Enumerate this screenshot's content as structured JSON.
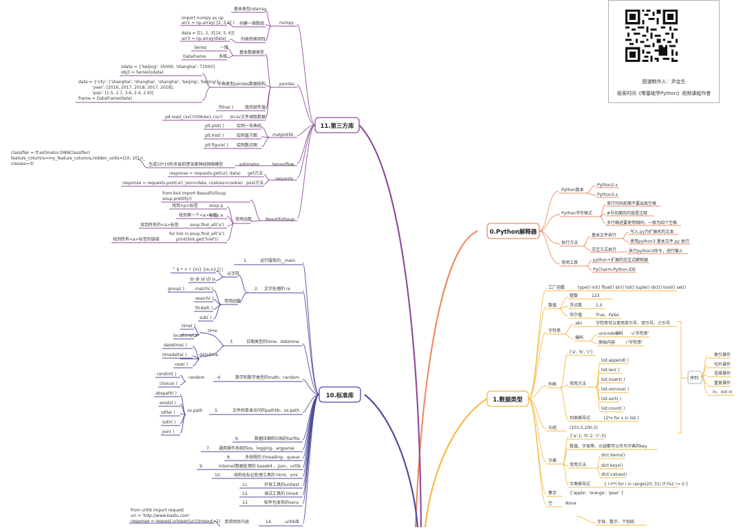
{
  "center": {
    "l1": "0.Python解释器",
    "l2": "1.数据类型",
    "l3": "10.标准库",
    "l4": "11.第三方库"
  },
  "interp": {
    "a": "Python版本",
    "a1": "Python2.x",
    "a2": "Python3.x",
    "b": "Python书写格式",
    "b1": "单行代码前面不要出现空格",
    "b2": "#号后面的内容是注释",
    "b3": "多行缩进要使用相同，一般为四个空格",
    "c": "执行方法",
    "c1": "基本文件执行",
    "c1a": "写入.py为扩展名的文本",
    "c1b": "使用python3 基本文件.py 执行",
    "c2": "交互方式执行",
    "c2a": "执行python3命令，进行输入",
    "d": "常用工具",
    "d1": "python+扩展的交互式解释器",
    "d2": "PyCharm-Python IDE"
  },
  "dtypes": {
    "tool": "工厂函数",
    "tool_v": "type() int() float() str() list() tuple() dict() bool() set()",
    "num": "数值",
    "int": "整数",
    "int_v": "123",
    "float": "浮点数",
    "float_v": "1.0",
    "bool": "布尔值",
    "bool_v": "True、False",
    "str": "字符串",
    "abc": "abc",
    "abc_v": "字符串可以使用单引号、双引号、三引号",
    "enc": "编码",
    "uni": "unicode编码",
    "uni_v": "u'字符串'",
    "raw": "原始内容",
    "raw_v": "r'字符串'",
    "list": "列表",
    "list_lit": "['a', 'b', 'c']",
    "methods": "常用方法",
    "m1": "list.append( )",
    "m2": "list.len( )",
    "m3": "list.insert( )",
    "m4": "list.remove( )",
    "m5": "list.sort( )",
    "m6": "list.count( )",
    "listcomp": "列表推导式",
    "listcomp_v": "[2*x for x in list ]",
    "tuple": "元组",
    "tuple_v": "(101,5,200,5)",
    "dict": "字典",
    "dict_lit": "{'a':1, 'b':2, 'c':3}",
    "dict_key": "数值、字母等、元组都可以作为字典的key",
    "dict_m": "常用方法",
    "dm1": "dict.items()",
    "dm2": "dict.keys()",
    "dm3": "dict.values()",
    "dictcomp": "字典推导式",
    "dictcomp_v": "{ i:i**i for i in range(20, 31) if i%2 != 0 }",
    "set": "集合",
    "set_v": "{'apple', 'orange', 'pear' }",
    "none": "空",
    "none_v": "None",
    "seq": "序列",
    "s1": "索引操作",
    "s2": "切片操作",
    "s3": "连接操作",
    "s4": "重复操作",
    "s5": "in、not in",
    "bottom": "字母、数字、下划线"
  },
  "stdlib": {
    "n1": "1.",
    "n1t": "运行服务的__main",
    "n2": "2.",
    "n2t": "文字处理的 re",
    "meta": "元字符",
    "meta1": "^ $ * + ? {m} {m,n} [] |",
    "meta2": "\\b \\B \\d \\D \\s",
    "rf": "常用函数",
    "rf1": "group( )",
    "rf2": "match( )",
    "rf3": "search( )",
    "rf4": "findall( )",
    "rf5": "sub( )",
    "n3": "3.",
    "n3t": "日期类型的time、datetime",
    "time": "time",
    "t1": "time( )",
    "t2": "localtime( )",
    "dt": "datetime",
    "dt1": "datetime( )",
    "dt2": "timedelta( )",
    "dt3": "now( )",
    "n4": "4.",
    "n4t": "数学和数学类型的math、random",
    "random": "random",
    "r1": "randint( )",
    "r2": "choice( )",
    "n5": "5.",
    "n5t": "文件和目录访问的pathlib、os.path",
    "ospath": "os.path",
    "o1": "abspath( )",
    "o2": "exists( )",
    "o3": "isfile( )",
    "o4": "isdir( )",
    "o5": "join( )",
    "n6": "6.",
    "n6t": "数据压缩和归档的tarfile",
    "n7": "7.",
    "n7t": "通用操作系统的os、logging、argparse",
    "n8": "8.",
    "n8t": "多线程的 threading、queue",
    "n9": "9.",
    "n9t": "Internet数据处理的 base64 、json、urllib",
    "n10": "10.",
    "n10t": "结构化标记处理工具的 html、xml",
    "n11": "11.",
    "n11t": "开发工具的unitest",
    "n12": "12.",
    "n12t": "调试工具的 timeit",
    "n13": "13.",
    "n13t": "软件包发布的venv",
    "n14": "14.",
    "n14t": "urllib库",
    "req": "请求网页内容",
    "code1": "from urllib import request",
    "code2": "url = 'http://www.baidu.com'",
    "code3": "response = request.urlopen(url,timeout=1)"
  },
  "third": {
    "numpy": "numpy",
    "np1": "基本类型ndarray",
    "np2": "创建一维数组",
    "np2c1": "import numpy as np",
    "np2c2": "arr1 = np.array( [2, 3,4] )",
    "np3": "列表转换矩阵",
    "np3c1": "data = [[1, 2, 3],[4, 5, 6]]",
    "np3c2": "arr3 = np.array(data)",
    "pandas": "pandas",
    "pd1": "基本数据类型",
    "pd1a": "Series",
    "pd1av": "一维",
    "pd1b": "DataFrame",
    "pd1bv": "多维",
    "pd2": "字典类型pandas数据结构",
    "pd2c1": "sdata = {'beijing': 35000, 'shanghai': 71000}",
    "pd2c2": "obj3 = Series(sdata)",
    "pd2c3": "data = {'city': ['shanghai', 'shanghai', 'shanghai', 'beijing', 'beijing'],",
    "pd2c4": "'year': [2016, 2017, 2018, 2017, 2018],",
    "pd2c5": "'pop': [1.5, 1.7, 3.6, 2.4, 2.9]}",
    "pd2c6": "frame = DataFrame(data)",
    "pd3": "填充缺失值",
    "pd3c": "fillna( )",
    "pd4": "从csv文件调取数据",
    "pd4c": "pd.read_csv('ch06/ex1.csv')",
    "mpl": "matplotlib",
    "mp1": "绘制一条曲线",
    "mp1c": "plt.plot( )",
    "mp2": "绘制直方图",
    "mp2c": "plt.hist( )",
    "mp3": "绘制散点图",
    "mp3c": "plt.figure( )",
    "tf": "tensorflow",
    "tfa": "estimator",
    "tfb": "生成10*10的多层前馈深度神经网络模型",
    "tfc1": "classifier = tf.estimator.DNNClassifier(",
    "tfc2": "feature_columns=my_feature_columns,hidden_units=[10, 10],n_",
    "tfc3": "classes=3)",
    "req": "requests",
    "rq1": "get方法",
    "rq1c": "response = requests.get(url, data)",
    "rq2": "post方法",
    "rq2c": "response = requests.post(url, json=data, cookies=cookie)",
    "bs": "BeautifulSoup",
    "bsf": "常用函数",
    "bs0a": "from bs4 import BeautifulSoup",
    "bs0b": "soup.prettify()",
    "bs1": "soup.p",
    "bs1t": "找到<p>标签",
    "bs2": "soup.a",
    "bs2t": "找到第一个<a>标签",
    "bs3": "soup.find_all('a')",
    "bs3t": "找到所有的<a>标签",
    "bs4a": "for link in soup.find_all('a'):",
    "bs4b": "print(link.get('href'))",
    "bs4t": "找到所有<a>标签的链接"
  },
  "qr": {
    "caption1": "图谱制作人：尹会生",
    "caption2": "极客时间《零基础学Python》视频课程作者"
  }
}
